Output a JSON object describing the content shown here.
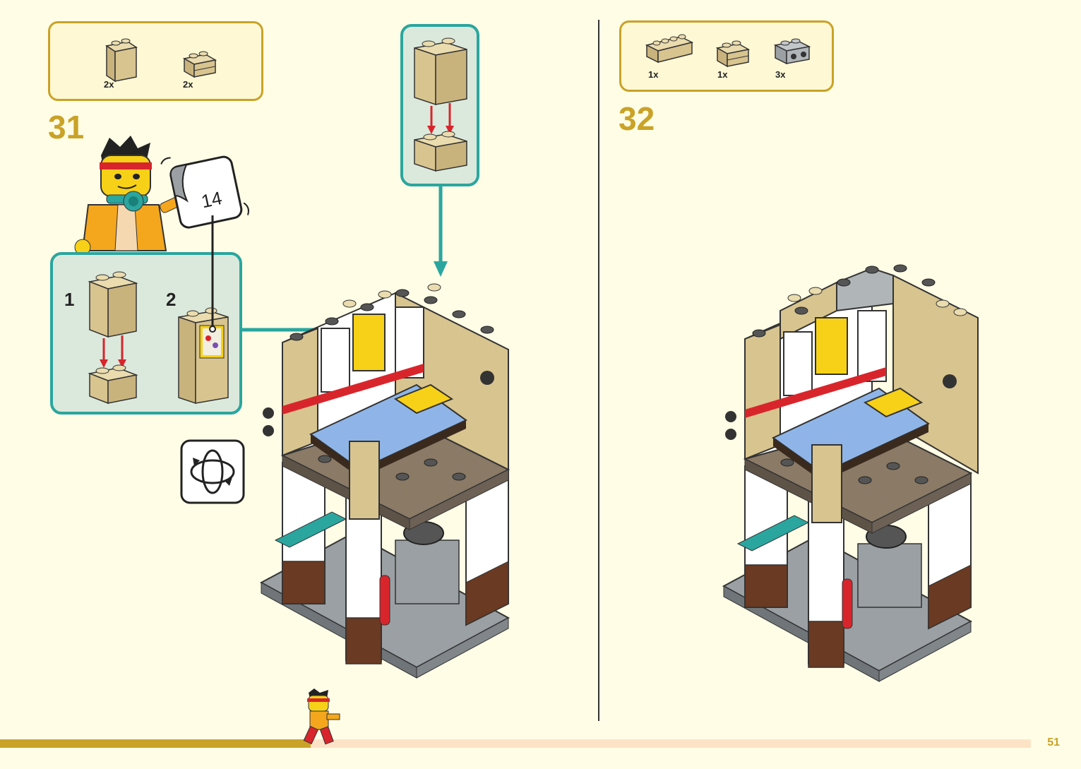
{
  "step31": {
    "number": "31",
    "parts": [
      {
        "name": "tan-brick-1x2x2",
        "qty": "2x"
      },
      {
        "name": "tan-brick-1x2-masonry",
        "qty": "2x"
      }
    ],
    "substeps": [
      "1",
      "2"
    ],
    "sticker_number": "14"
  },
  "step32": {
    "number": "32",
    "parts": [
      {
        "name": "tan-brick-1x4-masonry",
        "qty": "1x"
      },
      {
        "name": "tan-brick-1x2-masonry",
        "qty": "1x"
      },
      {
        "name": "grey-brick-1x2-technic",
        "qty": "3x"
      }
    ]
  },
  "page_number": "51",
  "colors": {
    "background": "#fffde6",
    "gold": "#c9a227",
    "teal": "#2aa69f",
    "tan": "#d8c48f",
    "red_arrow": "#d8252c",
    "progress_done": "#c9a227",
    "progress_remaining": "#fde3c6"
  },
  "icons": [
    "minifigure-icon",
    "sticker-icon",
    "rotate-model-icon",
    "running-minifig-icon"
  ]
}
